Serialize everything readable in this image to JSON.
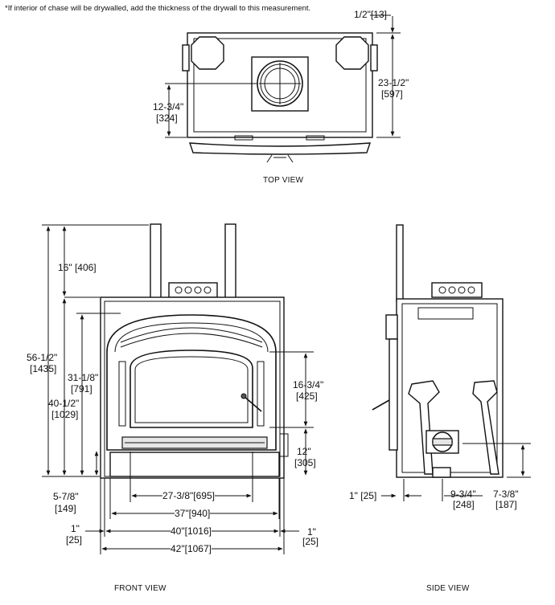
{
  "note": "*If interior of chase will be drywalled, add the thickness of the drywall to this measurement.",
  "views": {
    "top": "TOP VIEW",
    "front": "FRONT VIEW",
    "side": "SIDE VIEW"
  },
  "top_dims": {
    "d1": "1/2\"[13]",
    "d2a": "23-1/2\"",
    "d2b": "[597]",
    "d3a": "12-3/4\"",
    "d3b": "[324]"
  },
  "front_dims": {
    "h1": "16\" [406]",
    "h2a": "56-1/2\"",
    "h2b": "[1435]",
    "h3a": "31-1/8\"",
    "h3b": "[791]",
    "h4a": "40-1/2\"",
    "h4b": "[1029]",
    "h5a": "16-3/4\"",
    "h5b": "[425]",
    "h6a": "12\"",
    "h6b": "[305]",
    "h7a": "5-7/8\"",
    "h7b": "[149]",
    "w1": "27-3/8\"[695]",
    "w2": "37\"[940]",
    "w3": "40\"[1016]",
    "w4": "42\"[1067]",
    "s1a": "1\"",
    "s1b": "[25]",
    "s2a": "1\"",
    "s2b": "[25]"
  },
  "side_dims": {
    "d1": "1\" [25]",
    "d2a": "9-3/4\"",
    "d2b": "[248]",
    "d3a": "7-3/8\"",
    "d3b": "[187]"
  }
}
